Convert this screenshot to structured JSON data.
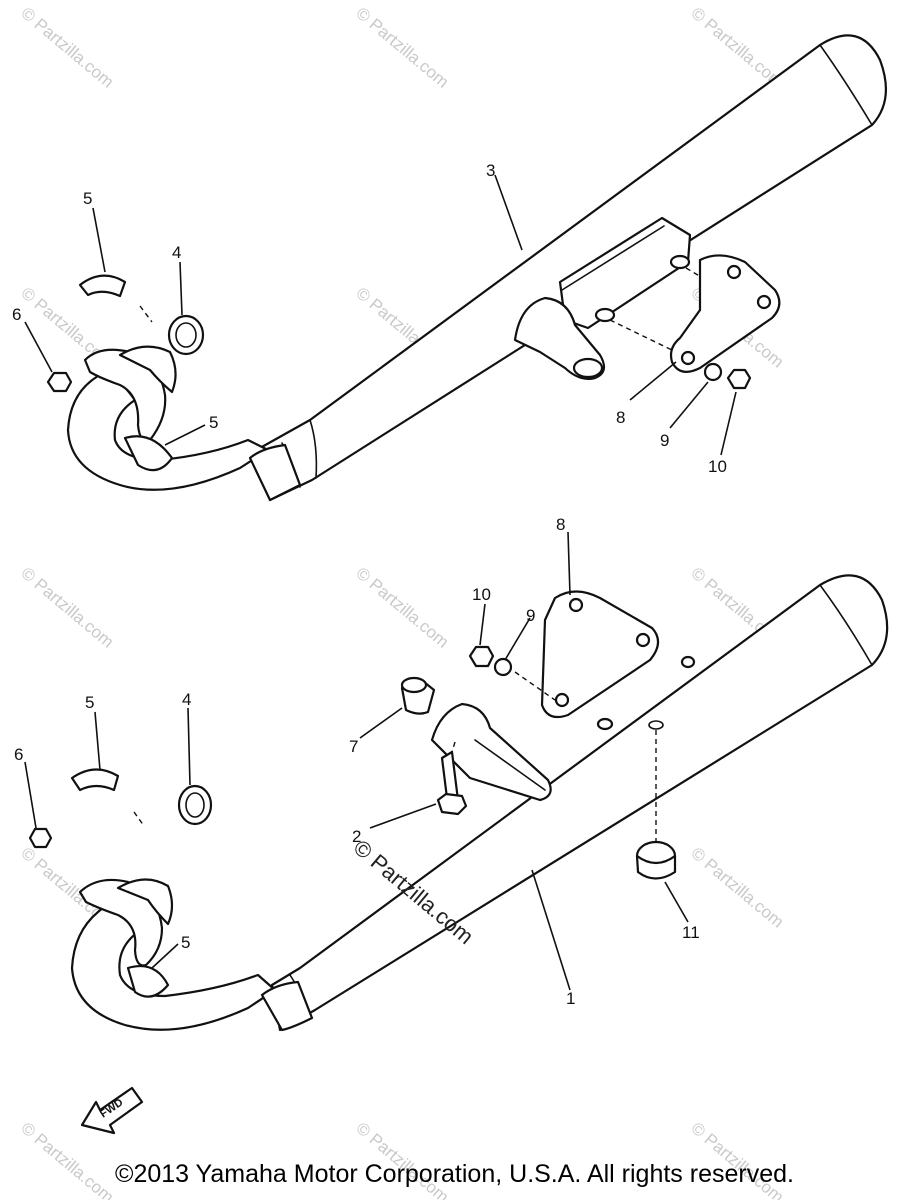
{
  "watermark": "© Partzilla.com",
  "fwd_label": "FWD",
  "copyright": "©2013 Yamaha Motor Corporation, U.S.A. All rights reserved.",
  "callouts": {
    "c1": "1",
    "c2": "2",
    "c3": "3",
    "c4a": "4",
    "c4b": "4",
    "c5a": "5",
    "c5b": "5",
    "c5c": "5",
    "c5d": "5",
    "c6a": "6",
    "c6b": "6",
    "c7": "7",
    "c8a": "8",
    "c8b": "8",
    "c9a": "9",
    "c9b": "9",
    "c10a": "10",
    "c10b": "10",
    "c11": "11"
  }
}
